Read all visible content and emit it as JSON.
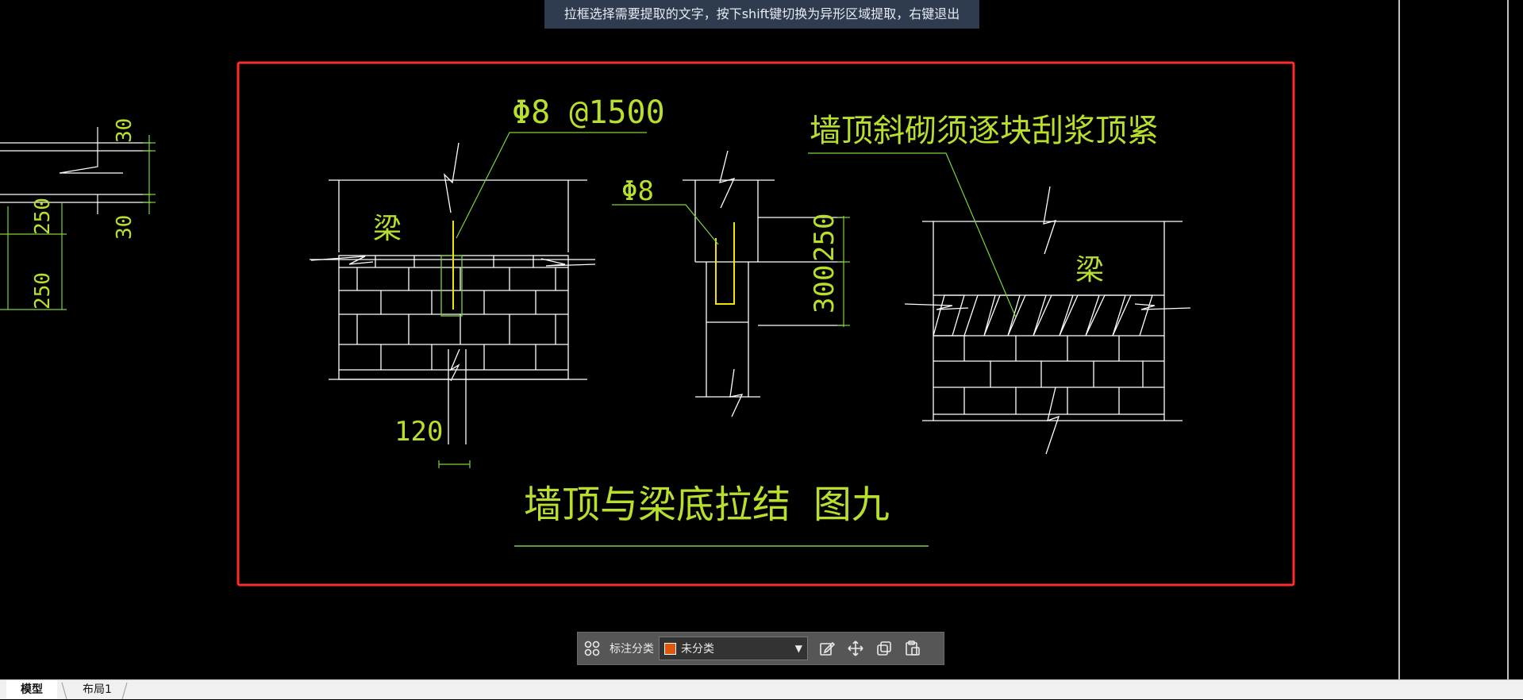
{
  "hint_bar": {
    "text": "拉框选择需要提取的文字，按下shift键切换为异形区域提取，右键退出"
  },
  "drawing": {
    "left_dims": [
      "30",
      "30",
      "250",
      "250"
    ],
    "detail1": {
      "rebar_label": "Φ8 @1500",
      "beam_label": "梁",
      "dim_width": "120"
    },
    "detail2": {
      "rebar_label": "Φ8",
      "dim_top": "250",
      "dim_bottom": "300"
    },
    "detail3": {
      "note": "墙顶斜砌须逐块刮浆顶紧",
      "beam_label": "梁"
    },
    "caption": "墙顶与梁底拉结 图九",
    "colors": {
      "frame": "#ff2a2a",
      "text": "#b7df2c",
      "lines": "#ffffff",
      "rebar": "#f2e400",
      "leader": "#7cd43a"
    }
  },
  "toolbar": {
    "label": "标注分类",
    "select_value": "未分类",
    "swatch_color": "#e0560c",
    "icons": [
      "grid-icon",
      "edit-icon",
      "move-icon",
      "copy-icon",
      "paste-icon"
    ]
  },
  "tabs": [
    {
      "label": "模型",
      "active": true
    },
    {
      "label": "布局1",
      "active": false
    }
  ]
}
